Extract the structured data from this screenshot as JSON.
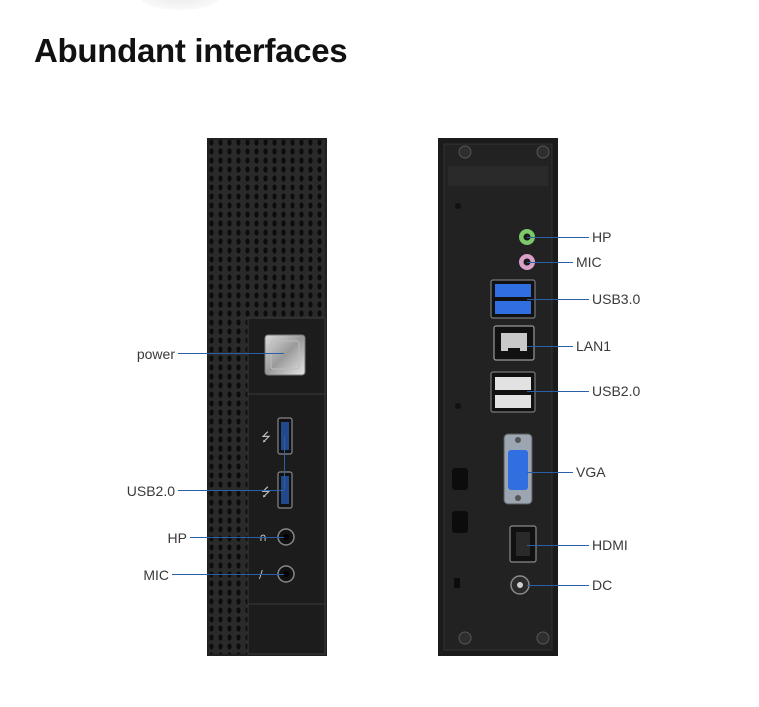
{
  "title": "Abundant interfaces",
  "front_labels": {
    "power": "power",
    "usb": "USB2.0",
    "hp": "HP",
    "mic": "MIC"
  },
  "rear_labels": {
    "hp": "HP",
    "mic": "MIC",
    "usb3": "USB3.0",
    "lan": "LAN1",
    "usb2": "USB2.0",
    "vga": "VGA",
    "hdmi": "HDMI",
    "dc": "DC"
  },
  "colors": {
    "callout_line": "#2b5fa8",
    "hp_jack": "#7dc86a",
    "mic_jack": "#d9a0c8",
    "usb3_blue": "#2f6fe0"
  },
  "icons": {
    "front": "mini-pc-front-panel",
    "rear": "mini-pc-rear-panel"
  }
}
